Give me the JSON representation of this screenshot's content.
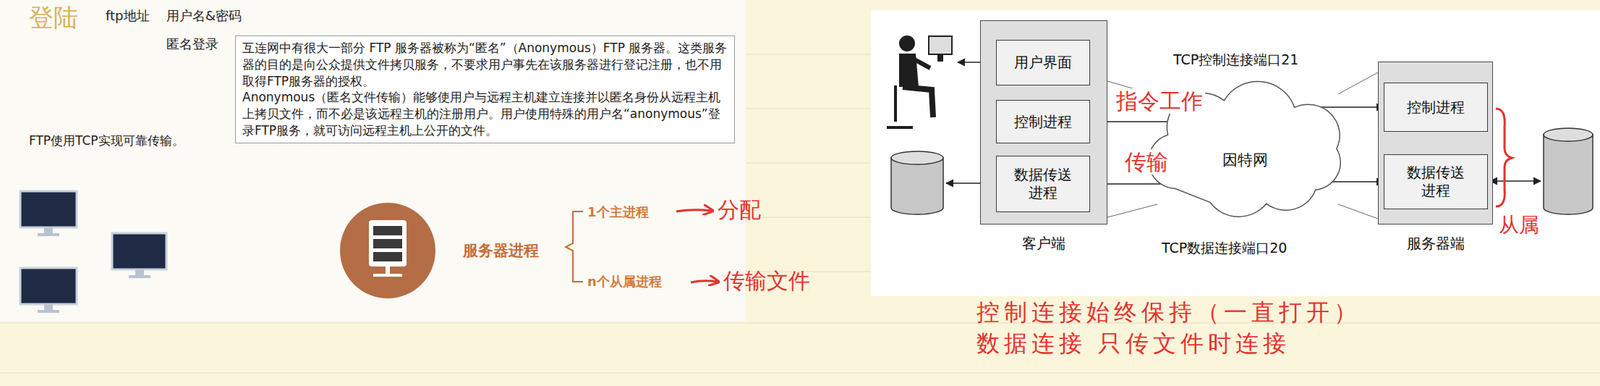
{
  "diagram": {
    "title": "登陆",
    "nodes": [
      {
        "text": [
          "互连网中有很大一部分 FTP 服务器被称为“匿名”（Anonymous）FTP 服务器。这类服务器的目的是向公众提供文件拷贝服务，不要求用户事先在该服务器进行登记注册，也不用取得FTP服务器的授权。",
          "Anonymous（匿名文件传输）能够使用户与远程主机建立连接并以匿名身份从远程主机上拷贝文件，而不必是该远程主机的注册用户。用户使用特殊的用户名“anonymous”登录FTP服务，就可访问远程主机上公开的文件。"
        ]
      },
      {
        "text": [
          "客户端"
        ]
      },
      {
        "text": [
          "用户界面"
        ],
        "in": 1
      },
      {
        "text": [
          "控制进程"
        ],
        "in": 1
      },
      {
        "text": [
          "数据传送进程"
        ],
        "in": 1
      },
      {
        "text": [
          "因特网"
        ]
      },
      {
        "text": [
          "服务器端"
        ]
      },
      {
        "text": [
          "控制进程"
        ],
        "in": 6
      },
      {
        "text": [
          "数据传送进程"
        ],
        "in": 6
      }
    ],
    "edges": [
      {
        "from": 3,
        "to": 7,
        "arrow": "both"
      },
      {
        "from": 4,
        "to": 8,
        "arrow": "both"
      }
    ],
    "labels": [
      "ftp地址",
      "用户名&密码",
      "匿名登录",
      "FTP使用TCP实现可靠传输。",
      "服务器进程",
      "1个主进程",
      "n个从属进程",
      "分配",
      "传输文件",
      "TCP控制连接端口21",
      "TCP数据连接端口20",
      "指令工作",
      "传输",
      "从属",
      "控制连接始终保持（一直打开）",
      "数据连接 只传文件时连接"
    ]
  }
}
